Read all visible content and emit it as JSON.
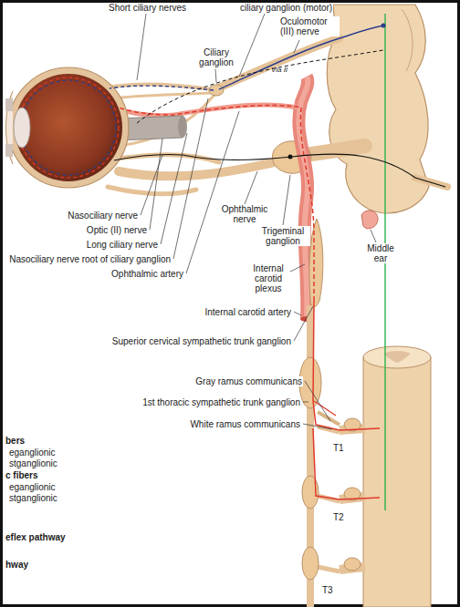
{
  "diagram": {
    "labels": [
      "Short ciliary nerves",
      "ciliary ganglion (motor)",
      "Oculomotor (III) nerve",
      "Ciliary ganglion",
      "Via II",
      "Nasociliary nerve",
      "Optic (II) nerve",
      "Long ciliary nerve",
      "Nasociliary nerve root of ciliary ganglion",
      "Ophthalmic artery",
      "Ophthalmic nerve",
      "Trigeminal ganglion",
      "Middle ear",
      "Internal carotid plexus",
      "Internal carotid artery",
      "Superior cervical sympathetic trunk ganglion",
      "Gray ramus communicans",
      "1st thoracic sympathetic trunk ganglion",
      "White ramus communicans",
      "T1",
      "T2",
      "T3",
      "bers",
      "eganglionic",
      "stganglionic",
      "c fibers",
      "eganglionic",
      "stganglionic",
      "eflex pathway",
      "hway"
    ]
  }
}
